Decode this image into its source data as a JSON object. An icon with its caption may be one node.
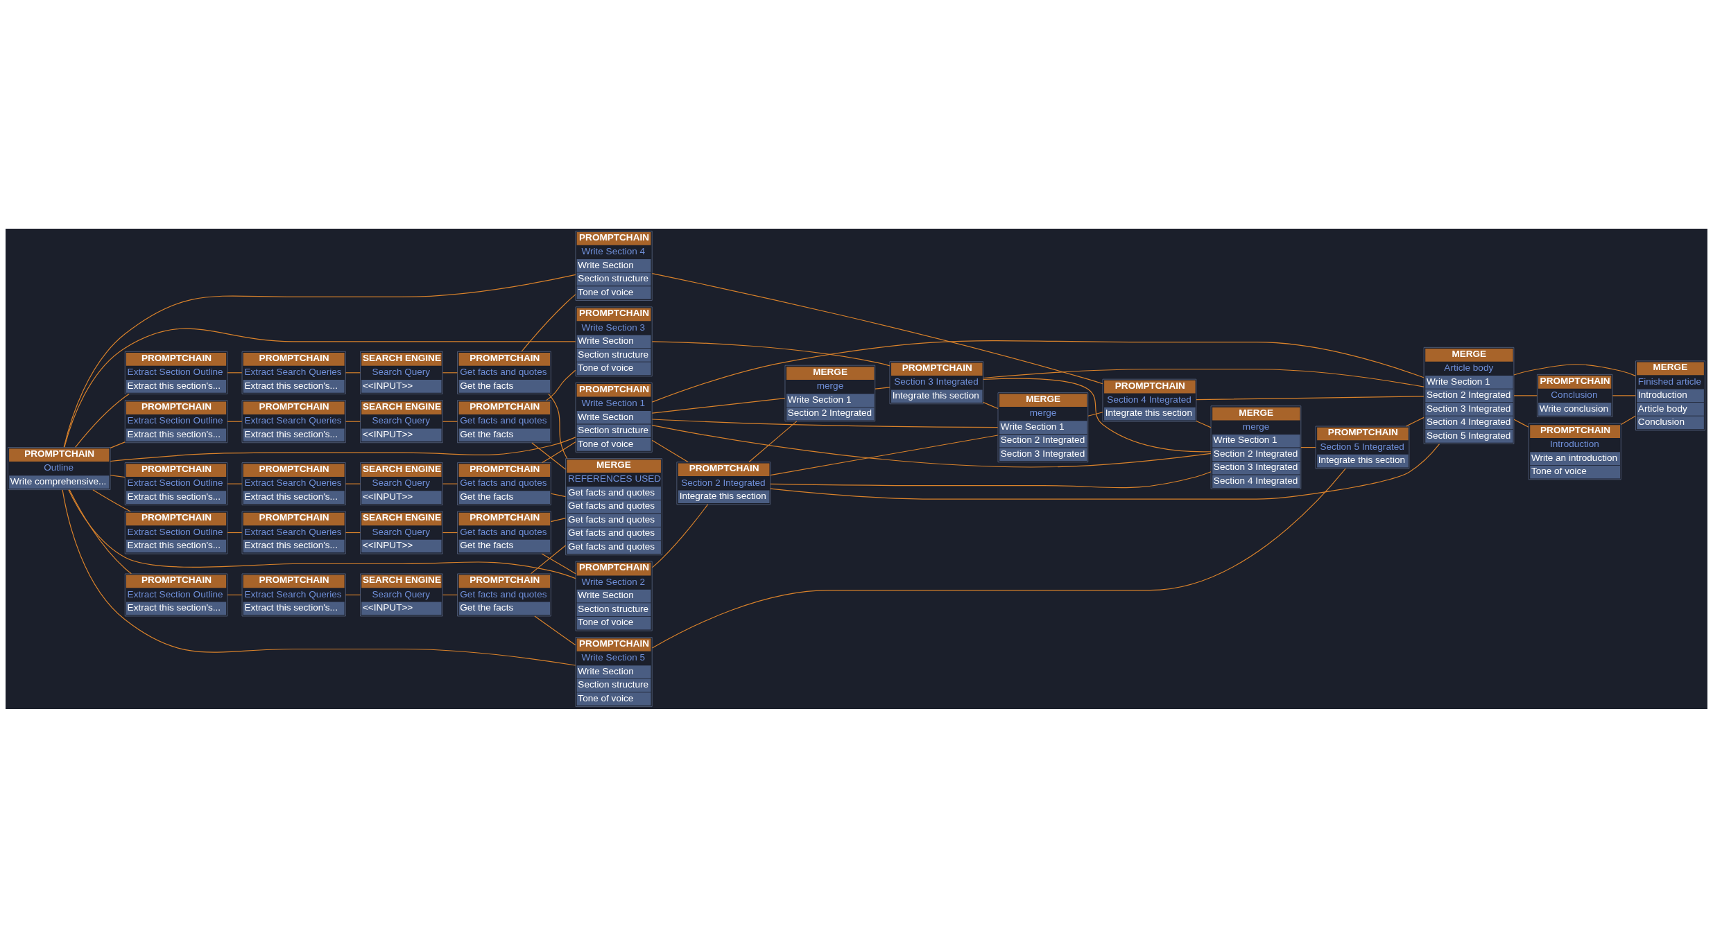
{
  "diagram": {
    "nodes": [
      {
        "text": [
          "PROMPTCHAIN",
          "Outline",
          "Write comprehensive..."
        ]
      },
      {
        "text": [
          "PROMPTCHAIN",
          "Extract Section Outline",
          "Extract this section's..."
        ]
      },
      {
        "text": [
          "PROMPTCHAIN",
          "Extract Section Outline",
          "Extract this section's..."
        ]
      },
      {
        "text": [
          "PROMPTCHAIN",
          "Extract Section Outline",
          "Extract this section's..."
        ]
      },
      {
        "text": [
          "PROMPTCHAIN",
          "Extract Section Outline",
          "Extract this section's..."
        ]
      },
      {
        "text": [
          "PROMPTCHAIN",
          "Extract Section Outline",
          "Extract this section's..."
        ]
      },
      {
        "text": [
          "PROMPTCHAIN",
          "Extract Search Queries",
          "Extract this section's..."
        ]
      },
      {
        "text": [
          "PROMPTCHAIN",
          "Extract Search Queries",
          "Extract this section's..."
        ]
      },
      {
        "text": [
          "PROMPTCHAIN",
          "Extract Search Queries",
          "Extract this section's..."
        ]
      },
      {
        "text": [
          "PROMPTCHAIN",
          "Extract Search Queries",
          "Extract this section's..."
        ]
      },
      {
        "text": [
          "PROMPTCHAIN",
          "Extract Search Queries",
          "Extract this section's..."
        ]
      },
      {
        "text": [
          "SEARCH ENGINE",
          "Search Query",
          "<<INPUT>>"
        ]
      },
      {
        "text": [
          "SEARCH ENGINE",
          "Search Query",
          "<<INPUT>>"
        ]
      },
      {
        "text": [
          "SEARCH ENGINE",
          "Search Query",
          "<<INPUT>>"
        ]
      },
      {
        "text": [
          "SEARCH ENGINE",
          "Search Query",
          "<<INPUT>>"
        ]
      },
      {
        "text": [
          "SEARCH ENGINE",
          "Search Query",
          "<<INPUT>>"
        ]
      },
      {
        "text": [
          "PROMPTCHAIN",
          "Get facts and quotes",
          "Get the facts"
        ]
      },
      {
        "text": [
          "PROMPTCHAIN",
          "Get facts and quotes",
          "Get the facts"
        ]
      },
      {
        "text": [
          "PROMPTCHAIN",
          "Get facts and quotes",
          "Get the facts"
        ]
      },
      {
        "text": [
          "PROMPTCHAIN",
          "Get facts and quotes",
          "Get the facts"
        ]
      },
      {
        "text": [
          "PROMPTCHAIN",
          "Get facts and quotes",
          "Get the facts"
        ]
      },
      {
        "text": [
          "PROMPTCHAIN",
          "Write Section 1",
          "Write Section",
          "Section structure",
          "Tone of voice"
        ]
      },
      {
        "text": [
          "PROMPTCHAIN",
          "Write Section 2",
          "Write Section",
          "Section structure",
          "Tone of voice"
        ]
      },
      {
        "text": [
          "PROMPTCHAIN",
          "Write Section 3",
          "Write Section",
          "Section structure",
          "Tone of voice"
        ]
      },
      {
        "text": [
          "PROMPTCHAIN",
          "Write Section 4",
          "Write Section",
          "Section structure",
          "Tone of voice"
        ]
      },
      {
        "text": [
          "PROMPTCHAIN",
          "Write Section 5",
          "Write Section",
          "Section structure",
          "Tone of voice"
        ]
      },
      {
        "text": [
          "PROMPTCHAIN",
          "Section 2 Integrated",
          "Integrate this section"
        ]
      },
      {
        "text": [
          "PROMPTCHAIN",
          "Section 3 Integrated",
          "Integrate this section"
        ]
      },
      {
        "text": [
          "PROMPTCHAIN",
          "Section 4 Integrated",
          "Integrate this section"
        ]
      },
      {
        "text": [
          "PROMPTCHAIN",
          "Section 5 Integrated",
          "Integrate this section"
        ]
      },
      {
        "text": [
          "MERGE",
          "merge",
          "Write Section 1",
          "Section 2 Integrated"
        ]
      },
      {
        "text": [
          "MERGE",
          "merge",
          "Write Section 1",
          "Section 2 Integrated",
          "Section 3 Integrated"
        ]
      },
      {
        "text": [
          "MERGE",
          "merge",
          "Write Section 1",
          "Section 2 Integrated",
          "Section 3 Integrated",
          "Section 4 Integrated"
        ]
      },
      {
        "text": [
          "MERGE",
          "REFERENCES USED",
          "Get facts and quotes",
          "Get facts and quotes",
          "Get facts and quotes",
          "Get facts and quotes",
          "Get facts and quotes"
        ]
      },
      {
        "text": [
          "MERGE",
          "Article body",
          "Write Section 1",
          "Section 2 Integrated",
          "Section 3 Integrated",
          "Section 4 Integrated",
          "Section 5 Integrated"
        ]
      },
      {
        "text": [
          "PROMPTCHAIN",
          "Conclusion",
          "Write conclusion"
        ]
      },
      {
        "text": [
          "PROMPTCHAIN",
          "Introduction",
          "Write an introduction",
          "Tone of voice"
        ]
      },
      {
        "text": [
          "MERGE",
          "Finished article",
          "Introduction",
          "Article body",
          "Conclusion"
        ]
      }
    ],
    "edges": [
      {
        "from": 0,
        "to": 1,
        "arrow": "none"
      },
      {
        "from": 0,
        "to": 2,
        "arrow": "none"
      },
      {
        "from": 0,
        "to": 3,
        "arrow": "none"
      },
      {
        "from": 0,
        "to": 4,
        "arrow": "none"
      },
      {
        "from": 0,
        "to": 5,
        "arrow": "none"
      },
      {
        "from": 0,
        "to": 21,
        "arrow": "none"
      },
      {
        "from": 0,
        "to": 22,
        "arrow": "none"
      },
      {
        "from": 0,
        "to": 23,
        "arrow": "none"
      },
      {
        "from": 0,
        "to": 24,
        "arrow": "none"
      },
      {
        "from": 0,
        "to": 25,
        "arrow": "none"
      },
      {
        "from": 1,
        "to": 6,
        "arrow": "none"
      },
      {
        "from": 2,
        "to": 7,
        "arrow": "none"
      },
      {
        "from": 3,
        "to": 8,
        "arrow": "none"
      },
      {
        "from": 4,
        "to": 9,
        "arrow": "none"
      },
      {
        "from": 5,
        "to": 10,
        "arrow": "none"
      },
      {
        "from": 6,
        "to": 11,
        "arrow": "none"
      },
      {
        "from": 7,
        "to": 12,
        "arrow": "none"
      },
      {
        "from": 8,
        "to": 13,
        "arrow": "none"
      },
      {
        "from": 9,
        "to": 14,
        "arrow": "none"
      },
      {
        "from": 10,
        "to": 15,
        "arrow": "none"
      },
      {
        "from": 11,
        "to": 16,
        "arrow": "none"
      },
      {
        "from": 12,
        "to": 17,
        "arrow": "none"
      },
      {
        "from": 13,
        "to": 18,
        "arrow": "none"
      },
      {
        "from": 14,
        "to": 19,
        "arrow": "none"
      },
      {
        "from": 15,
        "to": 20,
        "arrow": "none"
      },
      {
        "from": 16,
        "to": 21,
        "arrow": "none"
      },
      {
        "from": 17,
        "to": 22,
        "arrow": "none"
      },
      {
        "from": 18,
        "to": 23,
        "arrow": "none"
      },
      {
        "from": 19,
        "to": 24,
        "arrow": "none"
      },
      {
        "from": 20,
        "to": 25,
        "arrow": "none"
      },
      {
        "from": 21,
        "to": 26,
        "arrow": "none"
      },
      {
        "from": 22,
        "to": 26,
        "arrow": "none"
      },
      {
        "from": 21,
        "to": 30,
        "arrow": "none"
      },
      {
        "from": 26,
        "to": 30,
        "arrow": "none"
      },
      {
        "from": 30,
        "to": 27,
        "arrow": "none"
      },
      {
        "from": 23,
        "to": 27,
        "arrow": "none"
      },
      {
        "from": 21,
        "to": 31,
        "arrow": "none"
      },
      {
        "from": 26,
        "to": 31,
        "arrow": "none"
      },
      {
        "from": 27,
        "to": 31,
        "arrow": "none"
      },
      {
        "from": 31,
        "to": 28,
        "arrow": "none"
      },
      {
        "from": 24,
        "to": 28,
        "arrow": "none"
      },
      {
        "from": 21,
        "to": 32,
        "arrow": "none"
      },
      {
        "from": 26,
        "to": 32,
        "arrow": "none"
      },
      {
        "from": 27,
        "to": 32,
        "arrow": "none"
      },
      {
        "from": 28,
        "to": 32,
        "arrow": "none"
      },
      {
        "from": 32,
        "to": 29,
        "arrow": "none"
      },
      {
        "from": 25,
        "to": 29,
        "arrow": "none"
      },
      {
        "from": 16,
        "to": 33,
        "arrow": "none"
      },
      {
        "from": 17,
        "to": 33,
        "arrow": "none"
      },
      {
        "from": 18,
        "to": 33,
        "arrow": "none"
      },
      {
        "from": 19,
        "to": 33,
        "arrow": "none"
      },
      {
        "from": 20,
        "to": 33,
        "arrow": "none"
      },
      {
        "from": 21,
        "to": 34,
        "arrow": "none"
      },
      {
        "from": 26,
        "to": 34,
        "arrow": "none"
      },
      {
        "from": 27,
        "to": 34,
        "arrow": "none"
      },
      {
        "from": 28,
        "to": 34,
        "arrow": "none"
      },
      {
        "from": 29,
        "to": 34,
        "arrow": "none"
      },
      {
        "from": 34,
        "to": 35,
        "arrow": "none"
      },
      {
        "from": 34,
        "to": 36,
        "arrow": "none"
      },
      {
        "from": 34,
        "to": 37,
        "arrow": "none"
      },
      {
        "from": 35,
        "to": 37,
        "arrow": "none"
      },
      {
        "from": 36,
        "to": 37,
        "arrow": "none"
      }
    ]
  }
}
